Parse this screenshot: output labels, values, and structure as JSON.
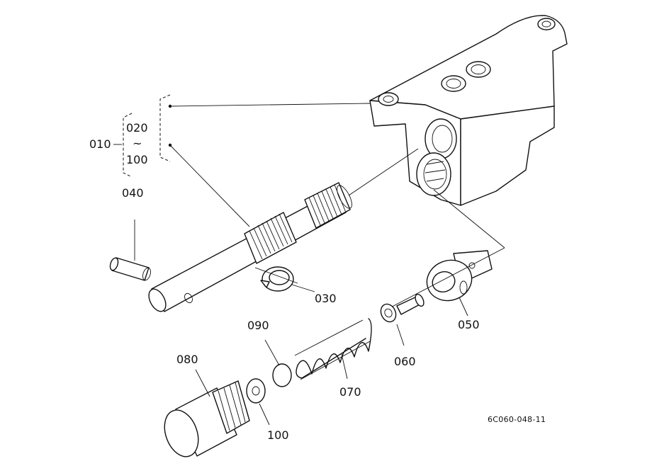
{
  "figure": {
    "reference_code": "6C060-048-11",
    "group": {
      "label": "010",
      "range_start": "020",
      "range_sep": "~",
      "range_end": "100"
    },
    "parts": [
      {
        "id": "part-030",
        "label": "030"
      },
      {
        "id": "part-040",
        "label": "040"
      },
      {
        "id": "part-050",
        "label": "050"
      },
      {
        "id": "part-060",
        "label": "060"
      },
      {
        "id": "part-070",
        "label": "070"
      },
      {
        "id": "part-080",
        "label": "080"
      },
      {
        "id": "part-090",
        "label": "090"
      },
      {
        "id": "part-100",
        "label": "100"
      }
    ]
  }
}
